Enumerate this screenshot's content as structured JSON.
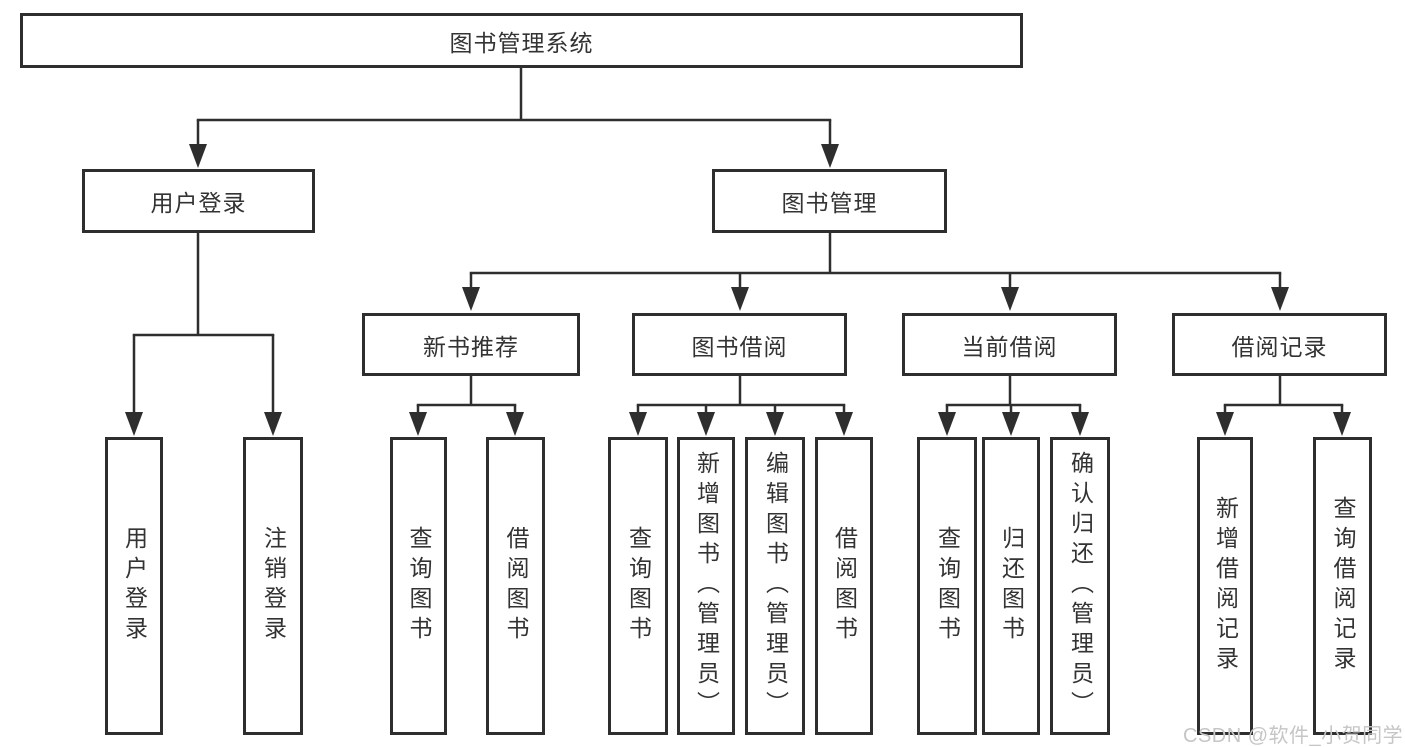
{
  "watermark": "CSDN @软件_小贺同学",
  "colors": {
    "line": "#2e2e2e",
    "text": "#333333",
    "box_background": "#ffffff",
    "watermark": "#c6c6c6"
  },
  "tree": {
    "label": "图书管理系统",
    "children": [
      {
        "label": "用户登录",
        "children": [
          {
            "label": "用户登录"
          },
          {
            "label": "注销登录"
          }
        ]
      },
      {
        "label": "图书管理",
        "children": [
          {
            "label": "新书推荐",
            "children": [
              {
                "label": "查询图书"
              },
              {
                "label": "借阅图书"
              }
            ]
          },
          {
            "label": "图书借阅",
            "children": [
              {
                "label": "查询图书"
              },
              {
                "label": "新增图书（管理员）"
              },
              {
                "label": "编辑图书（管理员）"
              },
              {
                "label": "借阅图书"
              }
            ]
          },
          {
            "label": "当前借阅",
            "children": [
              {
                "label": "查询图书"
              },
              {
                "label": "归还图书"
              },
              {
                "label": "确认归还（管理员）"
              }
            ]
          },
          {
            "label": "借阅记录",
            "children": [
              {
                "label": "新增借阅记录"
              },
              {
                "label": "查询借阅记录"
              }
            ]
          }
        ]
      }
    ]
  }
}
